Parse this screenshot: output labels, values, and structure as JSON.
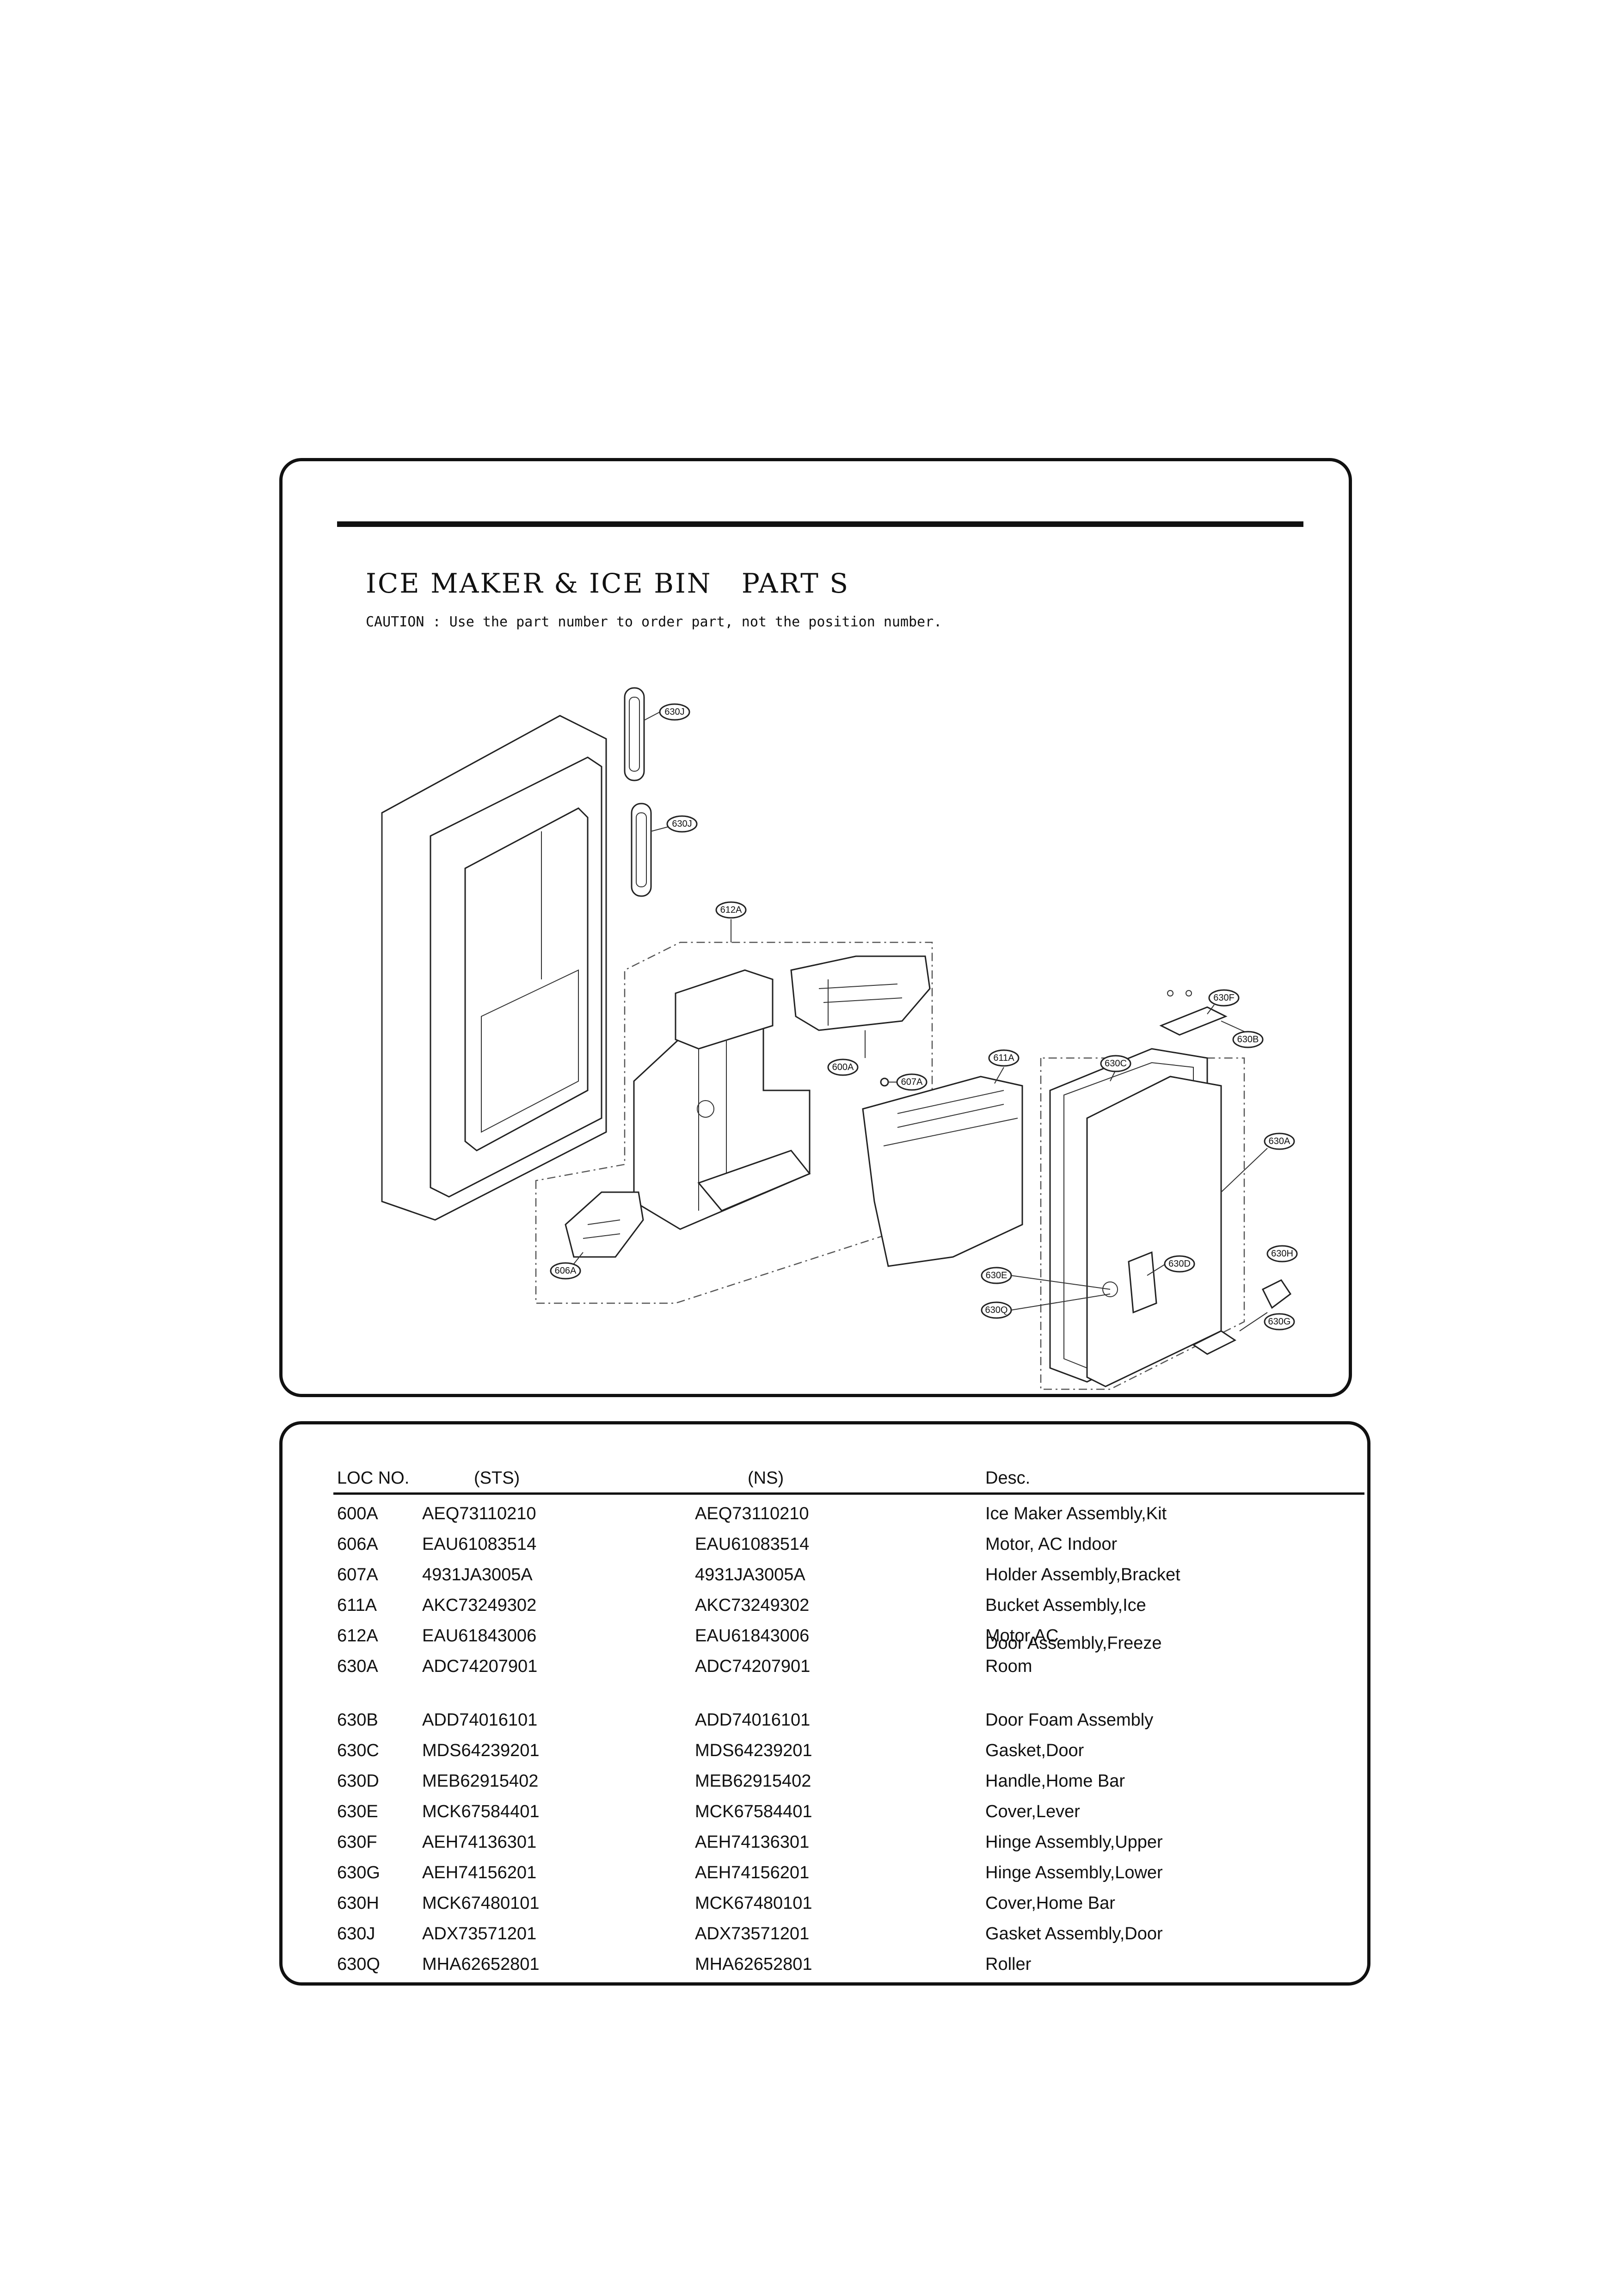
{
  "page": {
    "title": "ICE MAKER & ICE BIN   PART S",
    "caution": "CAUTION : Use the part number to order part, not the position number."
  },
  "diagram": {
    "callouts": [
      {
        "id": "630J-top",
        "label": "630J"
      },
      {
        "id": "630J-bottom",
        "label": "630J"
      },
      {
        "id": "612A",
        "label": "612A"
      },
      {
        "id": "630F",
        "label": "630F"
      },
      {
        "id": "630B",
        "label": "630B"
      },
      {
        "id": "630C",
        "label": "630C"
      },
      {
        "id": "600A",
        "label": "600A"
      },
      {
        "id": "607A",
        "label": "607A"
      },
      {
        "id": "611A",
        "label": "611A"
      },
      {
        "id": "630A",
        "label": "630A"
      },
      {
        "id": "630H",
        "label": "630H"
      },
      {
        "id": "630D",
        "label": "630D"
      },
      {
        "id": "630E",
        "label": "630E"
      },
      {
        "id": "630Q",
        "label": "630Q"
      },
      {
        "id": "630G",
        "label": "630G"
      },
      {
        "id": "606A",
        "label": "606A"
      }
    ]
  },
  "table": {
    "headers": {
      "loc": "LOC NO.",
      "sts": "(STS)",
      "ns": "(NS)",
      "desc": "Desc."
    },
    "rows": [
      {
        "loc": "600A",
        "sts": "AEQ73110210",
        "ns": "AEQ73110210",
        "desc": "Ice Maker Assembly,Kit"
      },
      {
        "loc": "606A",
        "sts": "EAU61083514",
        "ns": "EAU61083514",
        "desc": "Motor, AC Indoor"
      },
      {
        "loc": "607A",
        "sts": "4931JA3005A",
        "ns": "4931JA3005A",
        "desc": "Holder Assembly,Bracket"
      },
      {
        "loc": "611A",
        "sts": "AKC73249302",
        "ns": "AKC73249302",
        "desc": "Bucket Assembly,Ice"
      },
      {
        "loc": "612A",
        "sts": "EAU61843006",
        "ns": "EAU61843006",
        "desc": "Motor,AC"
      },
      {
        "loc": "630A",
        "sts": "ADC74207901",
        "ns": "ADC74207901",
        "desc": "Door Assembly,Freeze\nRoom"
      },
      {
        "loc": "630B",
        "sts": "ADD74016101",
        "ns": "ADD74016101",
        "desc": "Door Foam Assembly"
      },
      {
        "loc": "630C",
        "sts": "MDS64239201",
        "ns": "MDS64239201",
        "desc": "Gasket,Door"
      },
      {
        "loc": "630D",
        "sts": "MEB62915402",
        "ns": "MEB62915402",
        "desc": "Handle,Home Bar"
      },
      {
        "loc": "630E",
        "sts": "MCK67584401",
        "ns": "MCK67584401",
        "desc": "Cover,Lever"
      },
      {
        "loc": "630F",
        "sts": "AEH74136301",
        "ns": "AEH74136301",
        "desc": "Hinge Assembly,Upper"
      },
      {
        "loc": "630G",
        "sts": "AEH74156201",
        "ns": "AEH74156201",
        "desc": "Hinge Assembly,Lower"
      },
      {
        "loc": "630H",
        "sts": "MCK67480101",
        "ns": "MCK67480101",
        "desc": "Cover,Home Bar"
      },
      {
        "loc": "630J",
        "sts": "ADX73571201",
        "ns": "ADX73571201",
        "desc": "Gasket Assembly,Door"
      },
      {
        "loc": "630Q",
        "sts": "MHA62652801",
        "ns": "MHA62652801",
        "desc": "Roller"
      }
    ]
  }
}
